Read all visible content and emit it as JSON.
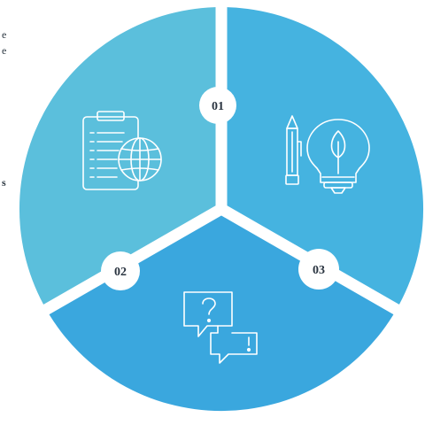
{
  "colors": {
    "segment_top_left": "#5bbfdc",
    "segment_top_right": "#45b3e0",
    "segment_bottom": "#3aa7de",
    "separator": "#ffffff",
    "badge_fill": "#ffffff",
    "badge_text": "#2a3440",
    "icon_stroke": "#ffffff",
    "side_text": "#2f3a44"
  },
  "segments": [
    {
      "number": "01",
      "icon": "clipboard-globe-icon"
    },
    {
      "number": "02",
      "icon": "pencil-lightbulb-icon"
    },
    {
      "number": "03",
      "icon": "question-exclamation-chat-icon"
    }
  ],
  "left_margin": {
    "text_fragments": [
      "e",
      "e",
      "s"
    ]
  }
}
